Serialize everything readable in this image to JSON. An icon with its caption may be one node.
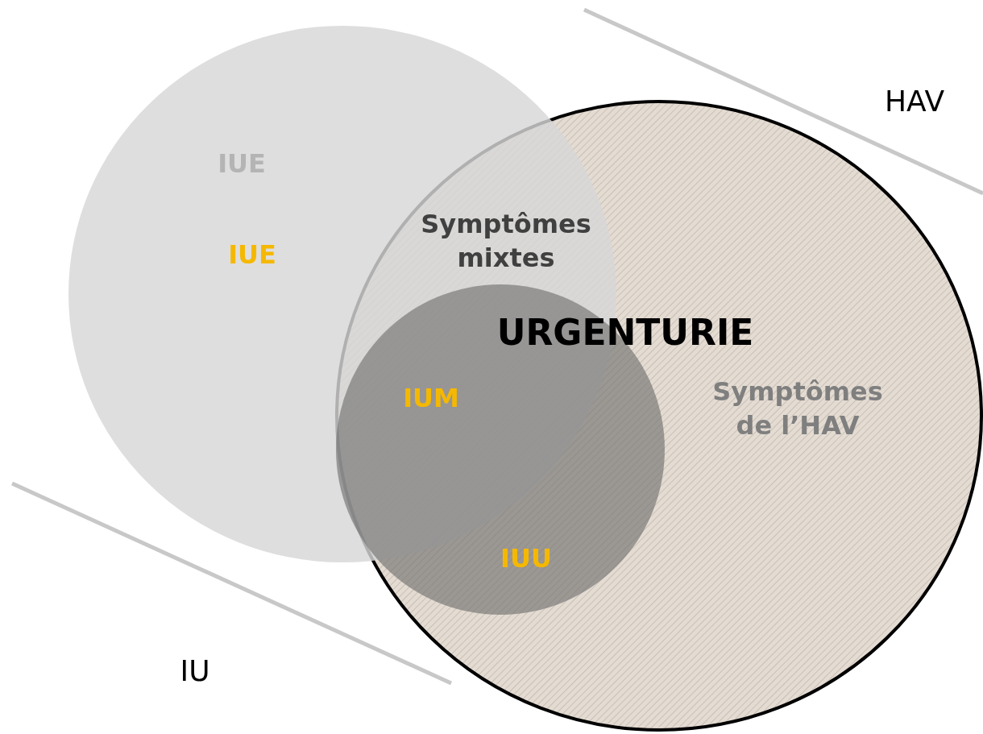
{
  "diagram": {
    "nodes": [
      {
        "text": [
          "IU",
          "IUE"
        ]
      },
      {
        "text": [
          "HAV",
          "URGENTURIE",
          "Symptômes de l’HAV"
        ]
      },
      {
        "text": [
          "IUM",
          "IUU"
        ],
        "in": 1
      }
    ],
    "labels": [
      "IUE",
      "Symptômes mixtes"
    ]
  }
}
